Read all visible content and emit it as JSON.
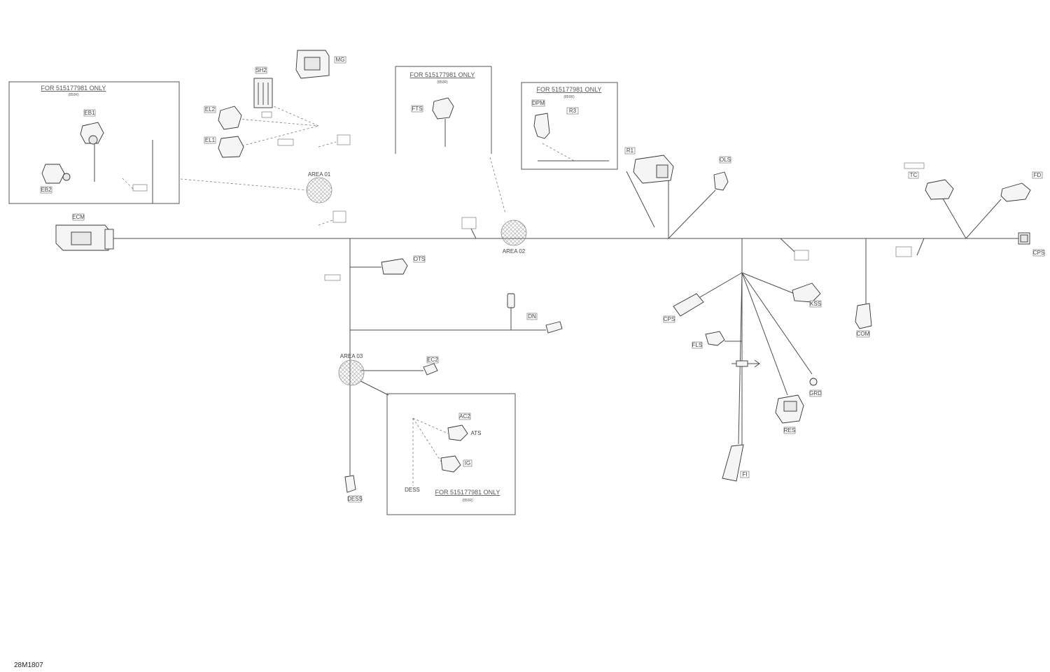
{
  "figure_id": "28M1807",
  "groups": {
    "g1": {
      "title": "FOR 515177981 ONLY",
      "sub": "(850R)"
    },
    "g2": {
      "title": "FOR 515177981 ONLY",
      "sub": "(850R)"
    },
    "g3": {
      "title": "FOR 515177981 ONLY",
      "sub": "(850R)"
    },
    "g4": {
      "title": "FOR 515177981 ONLY",
      "sub": "(850R)"
    }
  },
  "areas": {
    "a1": "AREA 01",
    "a2": "AREA 02",
    "a3": "AREA 03"
  },
  "components": {
    "ecm": "ECM",
    "eb1": "EB1",
    "eb2": "EB2",
    "sh2": "SH2",
    "mg": "MG",
    "el2": "EL2",
    "el1": "EL1",
    "fts": "FTS",
    "dpm": "DPM",
    "r1": "R1",
    "r3": "R3",
    "ols": "OLS",
    "tc": "TC",
    "fd": "FD",
    "cps": "CPS",
    "ots": "OTS",
    "dn": "DN",
    "cps2": "CPS",
    "kss": "KSS",
    "com": "COM",
    "fls": "FLS",
    "grd": "GRD",
    "res": "RES",
    "fi": "FI",
    "ec2": "EC2",
    "ac2": "AC2",
    "ats": "ATS",
    "ig": "IG",
    "dess": "DESS",
    "dess2": "DESS"
  }
}
